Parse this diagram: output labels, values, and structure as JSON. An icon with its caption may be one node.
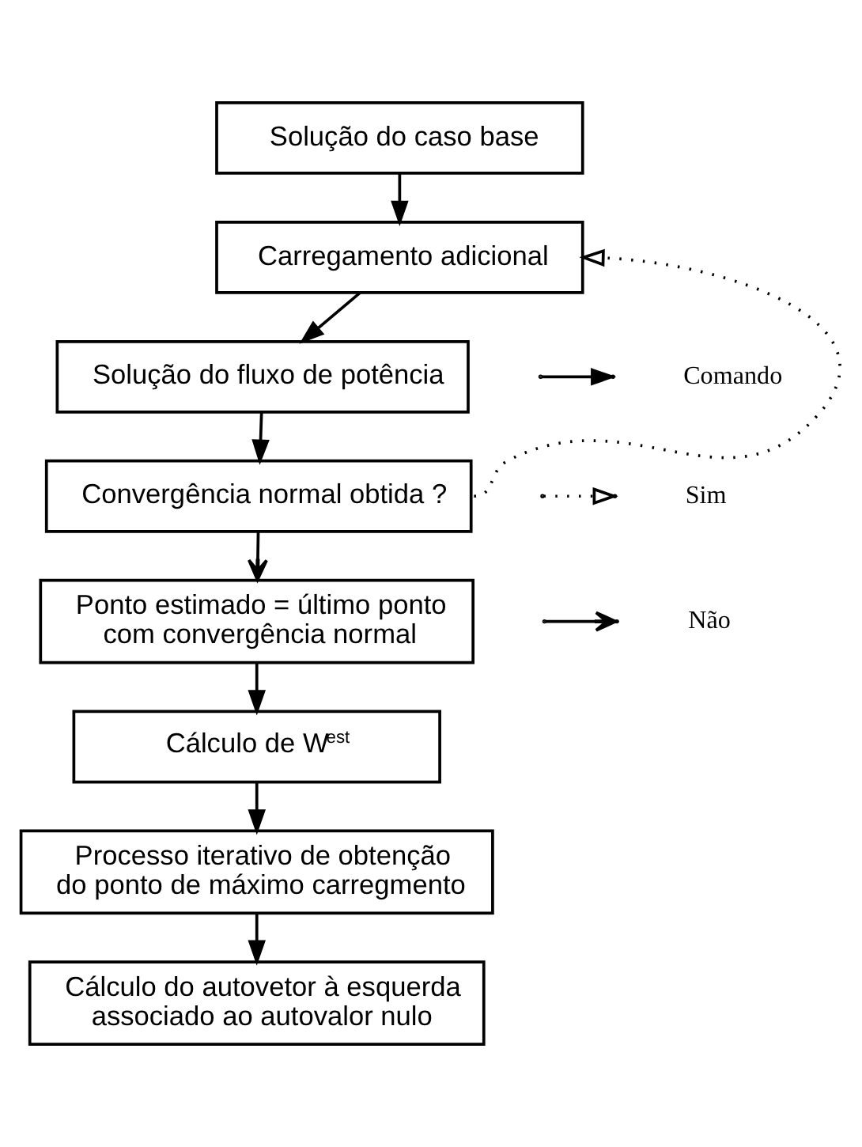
{
  "diagram": {
    "nodes": [
      {
        "text": [
          "Solução do caso base"
        ]
      },
      {
        "text": [
          "Carregamento adicional"
        ]
      },
      {
        "text": [
          "Solução do fluxo de potência"
        ]
      },
      {
        "text": [
          "Convergência normal obtida ?"
        ]
      },
      {
        "text": [
          "Ponto estimado = último ponto com convergência normal"
        ]
      },
      {
        "text": [
          "Cálculo de W$^{est}$"
        ]
      },
      {
        "text": [
          "Processo iterativo de obtenção do ponto de máximo carregmento"
        ]
      },
      {
        "text": [
          "Cálculo do autovetor à esquerda associado ao autovalor nulo"
        ]
      }
    ],
    "edges": [
      {
        "from": 0,
        "to": 1,
        "arrow": "to"
      },
      {
        "from": 1,
        "to": 2,
        "arrow": "to"
      },
      {
        "from": 2,
        "to": 3,
        "arrow": "to"
      },
      {
        "from": 3,
        "to": 1,
        "arrow": "to",
        "style": "dashed"
      },
      {
        "from": 3,
        "to": 4,
        "arrow": "to"
      },
      {
        "from": 4,
        "to": 5,
        "arrow": "to"
      },
      {
        "from": 5,
        "to": 6,
        "arrow": "to"
      },
      {
        "from": 6,
        "to": 7,
        "arrow": "to"
      }
    ],
    "legend": [
      {
        "text": "Comando"
      },
      {
        "text": "Sim"
      },
      {
        "text": "Não"
      }
    ]
  }
}
